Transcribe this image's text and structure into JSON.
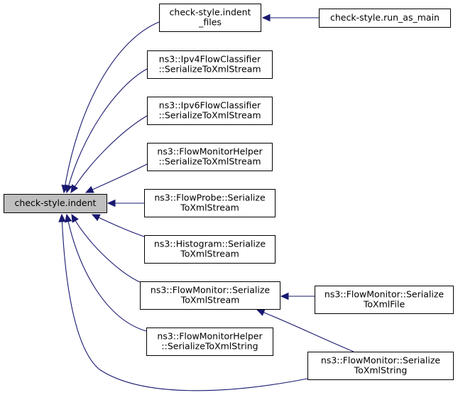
{
  "graph": {
    "colors": {
      "edge": "#191970",
      "root_fill": "#bfbfbf",
      "node_fill": "#ffffff",
      "node_border": "#000000"
    },
    "nodes": [
      {
        "id": "indent",
        "lines": [
          "check-style.indent"
        ],
        "root": true
      },
      {
        "id": "indent_files",
        "lines": [
          "check-style.indent",
          "_files"
        ]
      },
      {
        "id": "run_as_main",
        "lines": [
          "check-style.run_as_main"
        ]
      },
      {
        "id": "ipv4",
        "lines": [
          "ns3::Ipv4FlowClassifier",
          "::SerializeToXmlStream"
        ]
      },
      {
        "id": "ipv6",
        "lines": [
          "ns3::Ipv6FlowClassifier",
          "::SerializeToXmlStream"
        ]
      },
      {
        "id": "fmhelper_stream",
        "lines": [
          "ns3::FlowMonitorHelper",
          "::SerializeToXmlStream"
        ]
      },
      {
        "id": "flowprobe",
        "lines": [
          "ns3::FlowProbe::Serialize",
          "ToXmlStream"
        ]
      },
      {
        "id": "histogram",
        "lines": [
          "ns3::Histogram::Serialize",
          "ToXmlStream"
        ]
      },
      {
        "id": "fm_stream",
        "lines": [
          "ns3::FlowMonitor::Serialize",
          "ToXmlStream"
        ]
      },
      {
        "id": "fm_file",
        "lines": [
          "ns3::FlowMonitor::Serialize",
          "ToXmlFile"
        ]
      },
      {
        "id": "fmhelper_string",
        "lines": [
          "ns3::FlowMonitorHelper",
          "::SerializeToXmlString"
        ]
      },
      {
        "id": "fm_string",
        "lines": [
          "ns3::FlowMonitor::Serialize",
          "ToXmlString"
        ]
      }
    ],
    "edges": [
      {
        "from": "indent_files",
        "to": "indent"
      },
      {
        "from": "run_as_main",
        "to": "indent_files"
      },
      {
        "from": "ipv4",
        "to": "indent"
      },
      {
        "from": "ipv6",
        "to": "indent"
      },
      {
        "from": "fmhelper_stream",
        "to": "indent"
      },
      {
        "from": "flowprobe",
        "to": "indent"
      },
      {
        "from": "histogram",
        "to": "indent"
      },
      {
        "from": "fm_stream",
        "to": "indent"
      },
      {
        "from": "fmhelper_string",
        "to": "indent"
      },
      {
        "from": "fm_string",
        "to": "indent"
      },
      {
        "from": "fm_file",
        "to": "fm_stream"
      },
      {
        "from": "fm_string",
        "to": "fm_stream"
      }
    ]
  }
}
